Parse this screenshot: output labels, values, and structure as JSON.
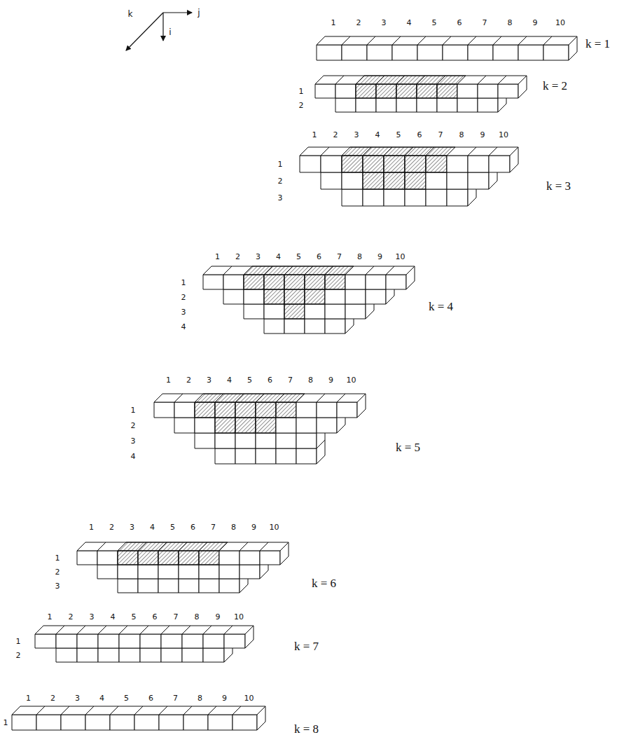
{
  "diagram": {
    "labels": [
      "k",
      "j",
      "i",
      "1",
      "2",
      "3",
      "4",
      "5",
      "6",
      "7",
      "8",
      "9",
      "10",
      "k = 1",
      "1",
      "2",
      "k = 2",
      "1",
      "2",
      "3",
      "4",
      "5",
      "6",
      "7",
      "8",
      "9",
      "10",
      "1",
      "2",
      "3",
      "k = 3",
      "1",
      "2",
      "3",
      "4",
      "5",
      "6",
      "7",
      "8",
      "9",
      "10",
      "1",
      "2",
      "3",
      "4",
      "k = 4",
      "1",
      "2",
      "3",
      "4",
      "5",
      "6",
      "7",
      "8",
      "9",
      "10",
      "1",
      "2",
      "3",
      "4",
      "k = 5",
      "1",
      "2",
      "3",
      "4",
      "5",
      "6",
      "7",
      "8",
      "9",
      "10",
      "1",
      "2",
      "3",
      "k = 6",
      "1",
      "2",
      "3",
      "4",
      "5",
      "6",
      "7",
      "8",
      "9",
      "10",
      "1",
      "2",
      "k = 7",
      "1",
      "2",
      "3",
      "4",
      "5",
      "6",
      "7",
      "8",
      "9",
      "10",
      "1",
      "k = 8"
    ]
  }
}
